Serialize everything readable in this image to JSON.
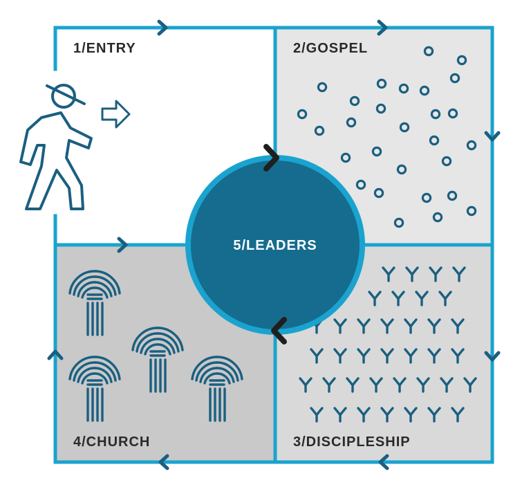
{
  "diagram": {
    "colors": {
      "frame": "#1aa3cf",
      "arrow": "#1a5f80",
      "center_fill": "#166c8e",
      "center_ring": "#1aa3cf",
      "center_arrow": "#1f1f1f",
      "text_dark": "#2a2a2a",
      "text_light": "#ffffff",
      "icon": "#1a5f80",
      "person": "#1a5f80",
      "quad_entry": "#ffffff",
      "quad_gospel": "#e6e6e6",
      "quad_discipleship": "#d9d9d9",
      "quad_church": "#c9c9c9"
    },
    "quadrants": [
      {
        "id": "entry",
        "label": "1/ENTRY",
        "icon": "walking-person-icon"
      },
      {
        "id": "gospel",
        "label": "2/GOSPEL",
        "icon": "seed-circle-icon"
      },
      {
        "id": "discipleship",
        "label": "3/DISCIPLESHIP",
        "icon": "sprout-icon"
      },
      {
        "id": "church",
        "label": "4/CHURCH",
        "icon": "wheat-sheaf-icon"
      }
    ],
    "center": {
      "label": "5/LEADERS"
    }
  }
}
